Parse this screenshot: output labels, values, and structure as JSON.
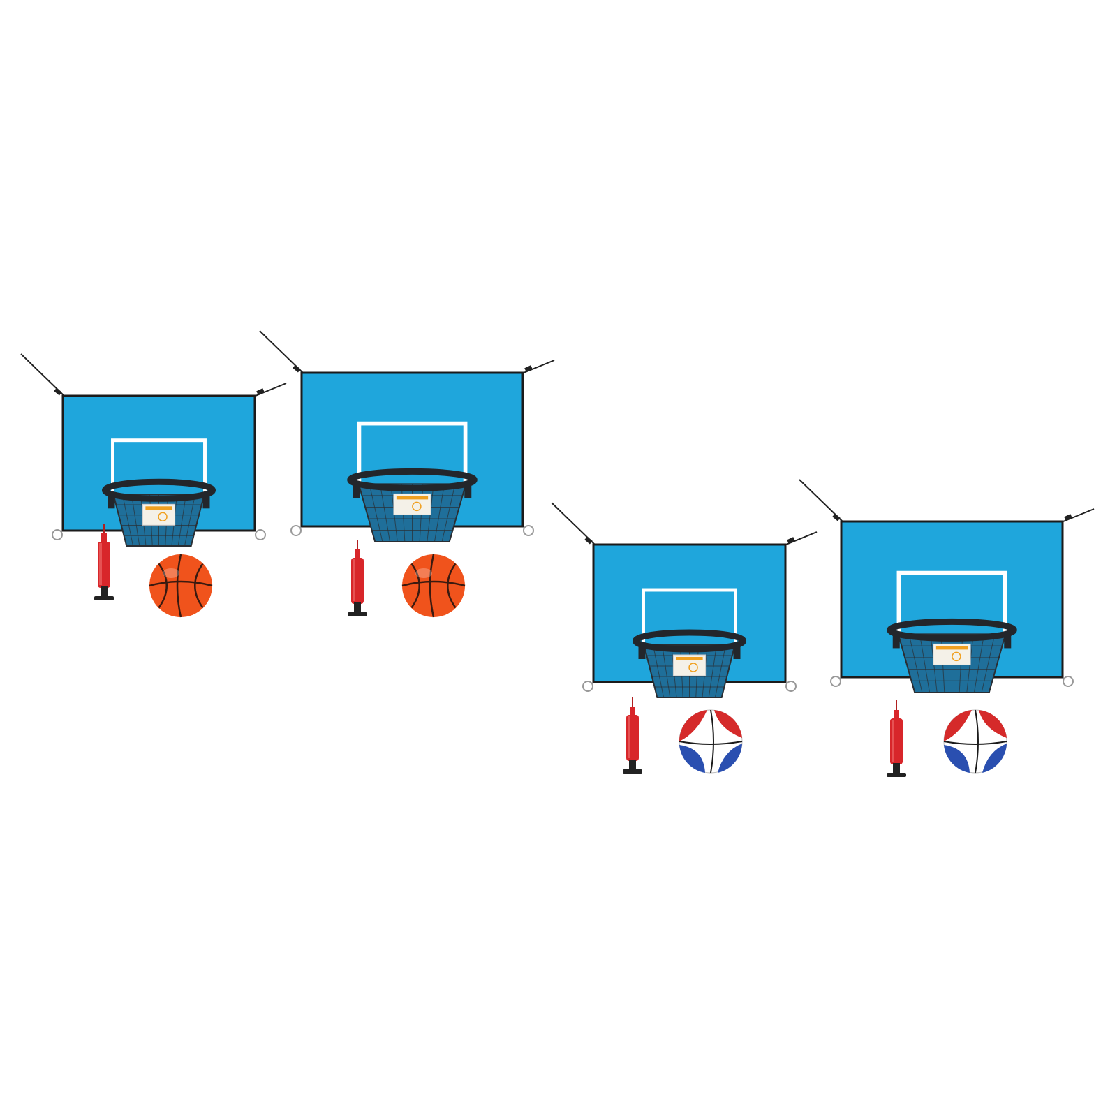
{
  "colors": {
    "background": "#ffffff",
    "backboard": "#1fa6dc",
    "backboard_border": "#1b1b1b",
    "target_square": "#ffffff",
    "rim": "#23262b",
    "net": "#2a2e33",
    "net_inner": "#1f6f9a",
    "tag": "#f4f1e8",
    "tag_stripe": "#f0a020",
    "pump_body": "#d8262a",
    "pump_base": "#222222",
    "ball_orange": "#f0531c",
    "ball_red": "#d52a2a",
    "ball_blue": "#2a4fb0",
    "ball_white": "#ffffff",
    "ball_seam": "#3a1a10"
  },
  "products": [
    {
      "name": "hoop-set-1",
      "ball_style": "orange"
    },
    {
      "name": "hoop-set-2",
      "ball_style": "orange"
    },
    {
      "name": "hoop-set-3",
      "ball_style": "red-white-blue"
    },
    {
      "name": "hoop-set-4",
      "ball_style": "red-white-blue"
    }
  ],
  "icons": [
    "backboard",
    "basketball-hoop",
    "air-pump-icon",
    "basketball-icon",
    "strap",
    "ring"
  ]
}
